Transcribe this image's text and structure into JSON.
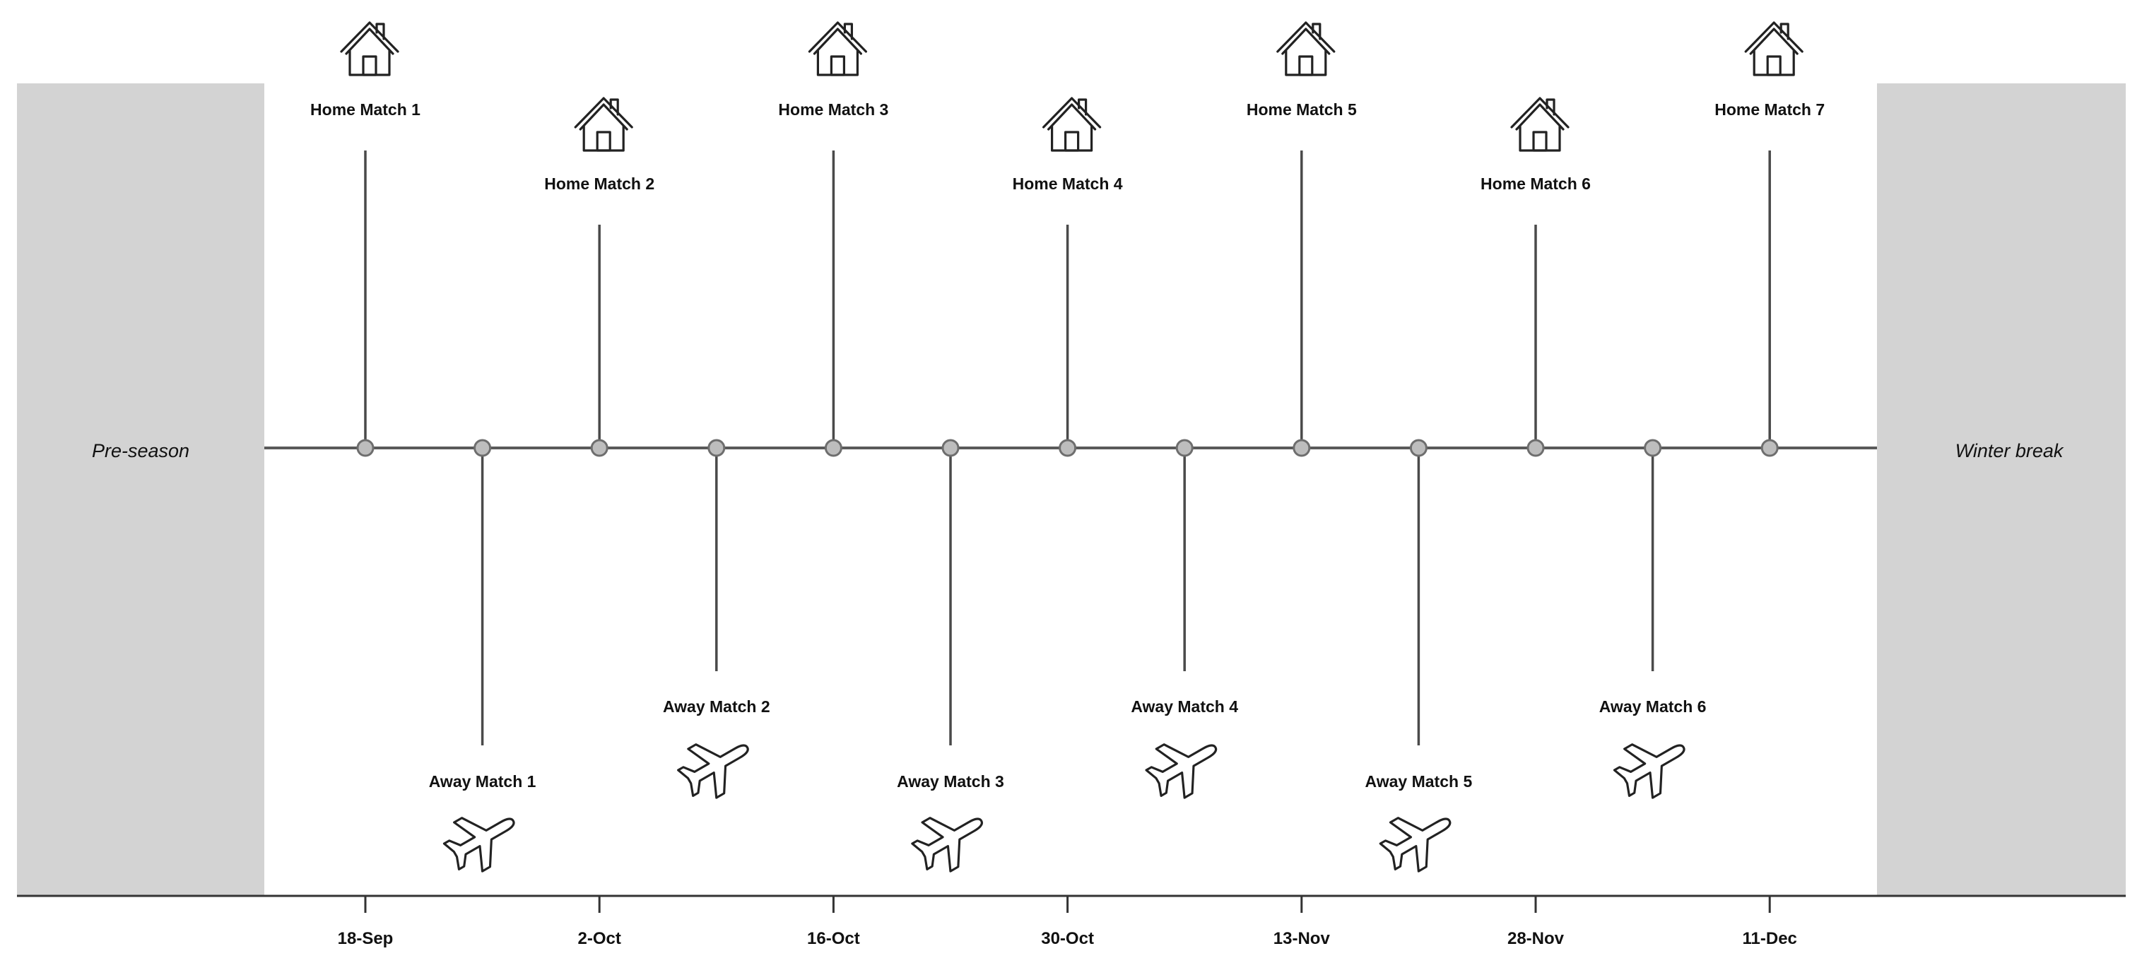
{
  "bands": {
    "left_label": "Pre-season",
    "right_label": "Winter break",
    "fill": "#d3d3d3"
  },
  "colors": {
    "line": "#5a5a5a",
    "node_fill": "#bdbdbd",
    "node_stroke": "#6e6e6e",
    "text": "#111111"
  },
  "icons": {
    "home": "house-icon",
    "away": "airplane-icon"
  },
  "axis": {
    "ticks": [
      "18-Sep",
      "2-Oct",
      "16-Oct",
      "30-Oct",
      "13-Nov",
      "28-Nov",
      "11-Dec"
    ]
  },
  "events": [
    {
      "label": "Home Match 1",
      "kind": "home",
      "level": "high"
    },
    {
      "label": "Away Match 1",
      "kind": "away",
      "level": "low"
    },
    {
      "label": "Home Match 2",
      "kind": "home",
      "level": "mid"
    },
    {
      "label": "Away Match 2",
      "kind": "away",
      "level": "mid"
    },
    {
      "label": "Home Match 3",
      "kind": "home",
      "level": "high"
    },
    {
      "label": "Away Match 3",
      "kind": "away",
      "level": "low"
    },
    {
      "label": "Home Match 4",
      "kind": "home",
      "level": "mid"
    },
    {
      "label": "Away Match 4",
      "kind": "away",
      "level": "mid"
    },
    {
      "label": "Home Match 5",
      "kind": "home",
      "level": "high"
    },
    {
      "label": "Away Match 5",
      "kind": "away",
      "level": "low"
    },
    {
      "label": "Home Match 6",
      "kind": "home",
      "level": "mid"
    },
    {
      "label": "Away Match 6",
      "kind": "away",
      "level": "mid"
    },
    {
      "label": "Home Match 7",
      "kind": "home",
      "level": "high"
    }
  ]
}
